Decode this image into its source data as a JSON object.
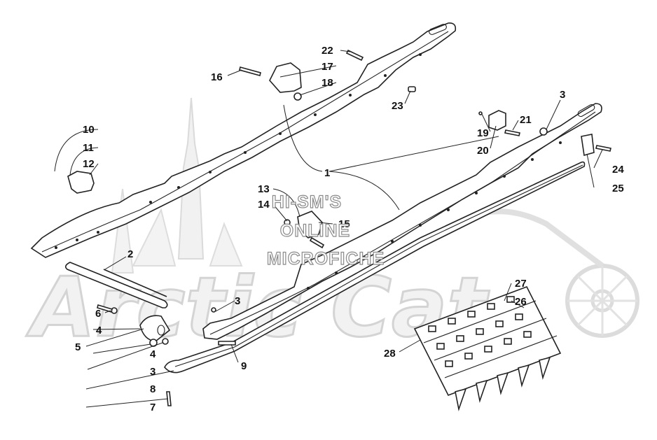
{
  "watermark": {
    "brand": "Arctic Cat",
    "lines": [
      "HI-SM'S",
      "ONLINE",
      "MICROFICHE"
    ]
  },
  "callouts": [
    "1",
    "2",
    "3",
    "4",
    "5",
    "6",
    "7",
    "8",
    "9",
    "10",
    "11",
    "12",
    "13",
    "14",
    "15",
    "16",
    "17",
    "18",
    "19",
    "20",
    "21",
    "22",
    "23",
    "24",
    "25",
    "26",
    "27",
    "28"
  ],
  "extra_callouts": {
    "three_b": "3",
    "three_c": "3",
    "four_b": "4"
  }
}
